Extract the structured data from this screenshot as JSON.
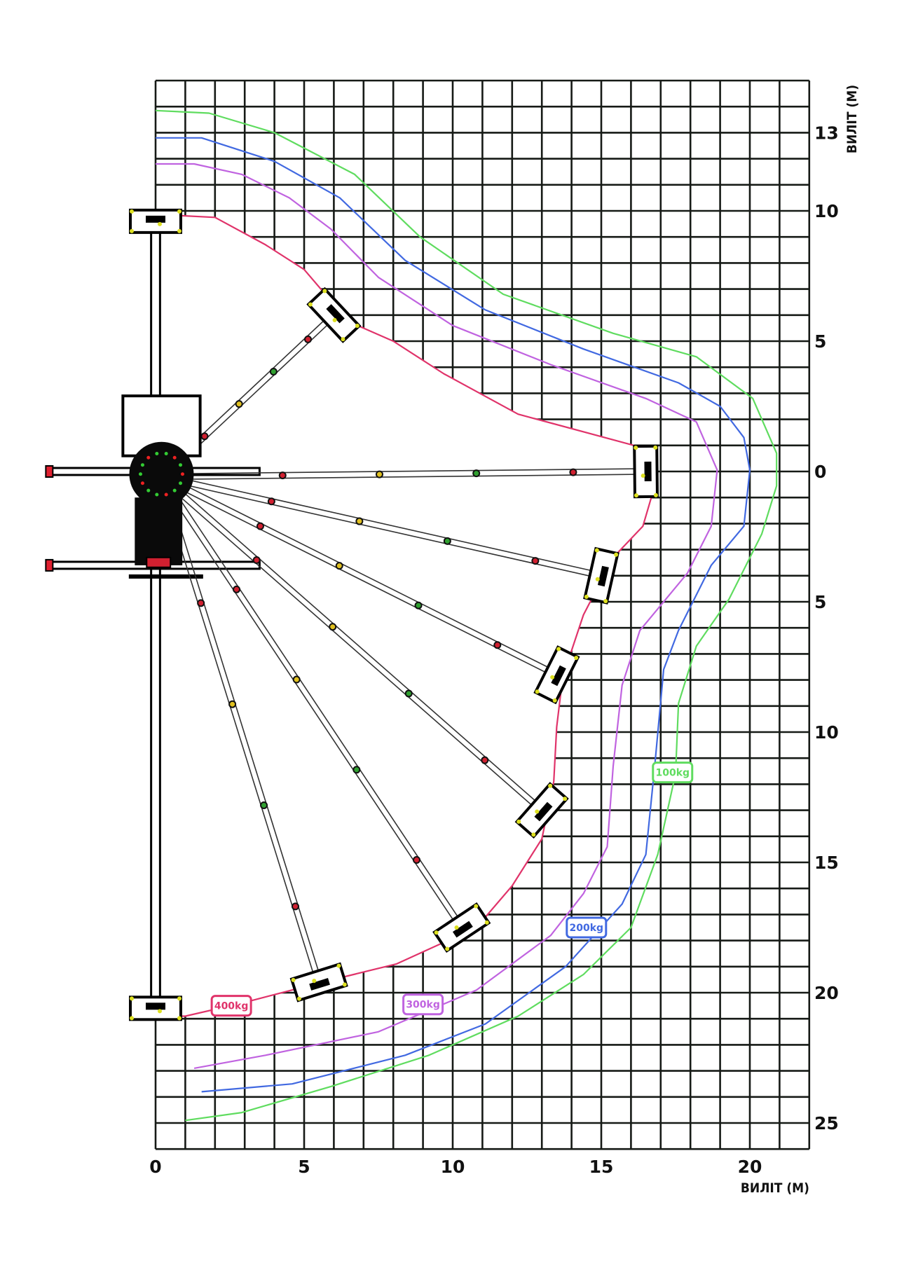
{
  "chart_data": {
    "type": "line",
    "title": "",
    "xlabel": "ВИЛІТ (М)",
    "ylabel": "ВИЛІТ (М)",
    "xlim": [
      0,
      22
    ],
    "ylim": [
      -26,
      15
    ],
    "grid": true,
    "x_ticks": [
      {
        "value": 0,
        "label": "0"
      },
      {
        "value": 5,
        "label": "5"
      },
      {
        "value": 10,
        "label": "10"
      },
      {
        "value": 15,
        "label": "15"
      },
      {
        "value": 20,
        "label": "20"
      }
    ],
    "y_ticks": [
      {
        "value": 13,
        "label": "13"
      },
      {
        "value": 10,
        "label": "10"
      },
      {
        "value": 5,
        "label": "5"
      },
      {
        "value": 0,
        "label": "0"
      },
      {
        "value": -5,
        "label": "5"
      },
      {
        "value": -10,
        "label": "10"
      },
      {
        "value": -15,
        "label": "15"
      },
      {
        "value": -20,
        "label": "20"
      },
      {
        "value": -25,
        "label": "25"
      }
    ],
    "series": [
      {
        "name": "100kg",
        "color": "#5fdc5f",
        "label_at": [
          17.4,
          -11.55
        ],
        "points": [
          [
            0,
            13.85
          ],
          [
            1.8,
            13.75
          ],
          [
            4,
            13
          ],
          [
            6.7,
            11.4
          ],
          [
            8.9,
            9
          ],
          [
            11.7,
            6.8
          ],
          [
            15.4,
            5.3
          ],
          [
            18.2,
            4.4
          ],
          [
            20.1,
            2.8
          ],
          [
            20.9,
            0.7
          ],
          [
            20.9,
            -0.55
          ],
          [
            20.4,
            -2.4
          ],
          [
            19.3,
            -4.9
          ],
          [
            18.2,
            -6.7
          ],
          [
            17.6,
            -8.9
          ],
          [
            17.5,
            -11.6
          ],
          [
            16.9,
            -14.7
          ],
          [
            16,
            -17.5
          ],
          [
            14.4,
            -19.3
          ],
          [
            12.2,
            -20.9
          ],
          [
            9.2,
            -22.4
          ],
          [
            5.9,
            -23.6
          ],
          [
            2.9,
            -24.6
          ],
          [
            1,
            -24.9
          ]
        ]
      },
      {
        "name": "200kg",
        "color": "#4169e1",
        "label_at": [
          14.5,
          -17.5
        ],
        "points": [
          [
            0,
            12.8
          ],
          [
            1.55,
            12.8
          ],
          [
            4,
            11.9
          ],
          [
            6.2,
            10.5
          ],
          [
            8.4,
            8.1
          ],
          [
            11.1,
            6.2
          ],
          [
            14.4,
            4.7
          ],
          [
            17.6,
            3.4
          ],
          [
            19,
            2.5
          ],
          [
            19.8,
            1.3
          ],
          [
            20,
            0.06
          ],
          [
            19.8,
            -2.1
          ],
          [
            18.7,
            -3.6
          ],
          [
            17.6,
            -6.1
          ],
          [
            17.1,
            -7.6
          ],
          [
            16.8,
            -11.3
          ],
          [
            16.5,
            -14.7
          ],
          [
            15.7,
            -16.6
          ],
          [
            13.8,
            -19
          ],
          [
            11.1,
            -21.2
          ],
          [
            8.4,
            -22.4
          ],
          [
            4.6,
            -23.5
          ],
          [
            1.55,
            -23.8
          ]
        ]
      },
      {
        "name": "300kg",
        "color": "#c063e0",
        "label_at": [
          9.0,
          -20.45
        ],
        "points": [
          [
            0,
            11.8
          ],
          [
            1.3,
            11.8
          ],
          [
            2.9,
            11.4
          ],
          [
            4.5,
            10.5
          ],
          [
            5.9,
            9.3
          ],
          [
            7.5,
            7.45
          ],
          [
            10,
            5.6
          ],
          [
            13.3,
            4.1
          ],
          [
            16.5,
            2.8
          ],
          [
            18.2,
            1.9
          ],
          [
            18.9,
            0.06
          ],
          [
            18.7,
            -2.1
          ],
          [
            17.9,
            -3.9
          ],
          [
            16.3,
            -6.1
          ],
          [
            15.7,
            -8.2
          ],
          [
            15.4,
            -11.3
          ],
          [
            15.2,
            -14.4
          ],
          [
            14.4,
            -16.2
          ],
          [
            13.3,
            -17.8
          ],
          [
            10.8,
            -19.9
          ],
          [
            7.5,
            -21.5
          ],
          [
            3.7,
            -22.4
          ],
          [
            1.3,
            -22.9
          ]
        ]
      },
      {
        "name": "400kg",
        "color": "#e0336a",
        "label_at": [
          2.55,
          -20.5
        ],
        "points": [
          [
            0.3,
            9.85
          ],
          [
            2,
            9.75
          ],
          [
            3.7,
            8.7
          ],
          [
            5,
            7.75
          ],
          [
            6.5,
            5.75
          ],
          [
            8,
            5
          ],
          [
            9.7,
            3.75
          ],
          [
            12.2,
            2.2
          ],
          [
            16.1,
            1
          ],
          [
            16.8,
            -0.55
          ],
          [
            16.4,
            -2.1
          ],
          [
            15.4,
            -3.3
          ],
          [
            14.4,
            -5.5
          ],
          [
            13.7,
            -7.9
          ],
          [
            13.5,
            -9.8
          ],
          [
            13.4,
            -11.9
          ],
          [
            13,
            -14.1
          ],
          [
            12,
            -15.9
          ],
          [
            10.8,
            -17.5
          ],
          [
            8.1,
            -18.9
          ],
          [
            5.6,
            -19.6
          ],
          [
            2.9,
            -20.4
          ],
          [
            1,
            -20.9
          ],
          [
            0.3,
            -20.9
          ]
        ]
      }
    ],
    "boom_positions": [
      [
        0,
        9.6
      ],
      [
        6,
        6
      ],
      [
        16.5,
        0
      ],
      [
        15,
        -4
      ],
      [
        13.5,
        -7.8
      ],
      [
        13,
        -13
      ],
      [
        10.3,
        -17.5
      ],
      [
        5.5,
        -19.6
      ],
      [
        0,
        -20.6
      ]
    ]
  }
}
